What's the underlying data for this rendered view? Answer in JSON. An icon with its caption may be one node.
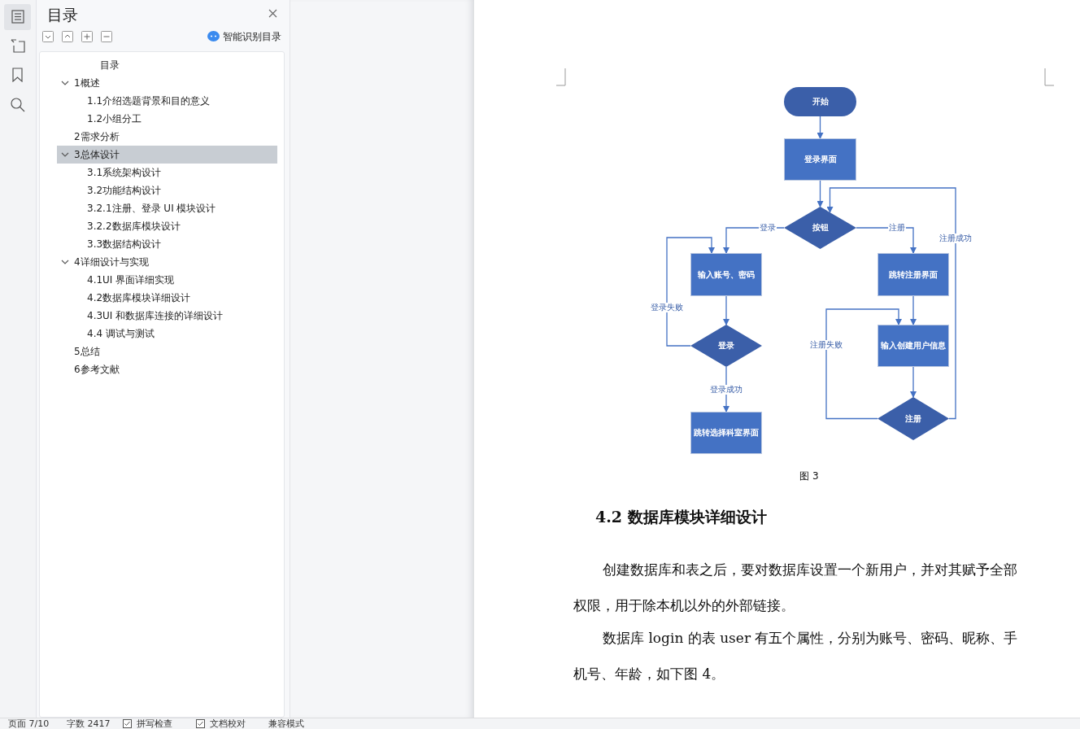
{
  "diagram": {
    "caption": "图 3",
    "nodes": [
      {
        "text": [
          "开始"
        ]
      },
      {
        "text": [
          "登录界面"
        ]
      },
      {
        "text": [
          "按钮"
        ]
      },
      {
        "text": [
          "输入账号、密码"
        ]
      },
      {
        "text": [
          "跳转注册界面"
        ]
      },
      {
        "text": [
          "登录"
        ]
      },
      {
        "text": [
          "输入创建用户信息"
        ]
      },
      {
        "text": [
          "跳转选择科室界面"
        ]
      },
      {
        "text": [
          "注册"
        ]
      }
    ],
    "edges": [
      {
        "from": 0,
        "to": 1,
        "arrow": "to"
      },
      {
        "from": 1,
        "to": 2,
        "arrow": "to"
      },
      {
        "from": 2,
        "to": 3,
        "arrow": "to",
        "label": "登录"
      },
      {
        "from": 2,
        "to": 4,
        "arrow": "to",
        "label": "注册"
      },
      {
        "from": 3,
        "to": 5,
        "arrow": "to"
      },
      {
        "from": 5,
        "to": 3,
        "arrow": "to",
        "label": "登录失败"
      },
      {
        "from": 5,
        "to": 7,
        "arrow": "to",
        "label": "登录成功"
      },
      {
        "from": 4,
        "to": 6,
        "arrow": "to"
      },
      {
        "from": 8,
        "to": 6,
        "arrow": "to",
        "label": "注册失败"
      },
      {
        "from": 6,
        "to": 8,
        "arrow": "to"
      },
      {
        "from": 8,
        "to": 2,
        "arrow": "to",
        "label": "注册成功"
      }
    ],
    "labels": [
      "目录",
      "智能识别目录",
      "目录",
      "1概述",
      "1.1介绍选题背景和目的意义",
      "1.2小组分工",
      "2需求分析",
      "3总体设计",
      "3.1系统架构设计",
      "3.2功能结构设计",
      "3.2.1注册、登录 UI 模块设计",
      "3.2.2数据库模块设计",
      "3.3数据结构设计",
      "4详细设计与实现",
      "4.1UI 界面详细实现",
      "4.2数据库模块详细设计",
      "4.3UI 和数据库连接的详细设计",
      "4.4 调试与测试",
      "5总结",
      "6参考文献",
      "4.2 数据库模块详细设计",
      "创建数据库和表之后，要对数据库设置一个新用户，并对其赋予全部权限，用于除本机以外的外部链接。",
      "数据库 login 的表 user 有五个属性，分别为账号、密码、昵称、手机号、年龄，如下图 4。",
      "页面 7/10",
      "字数 2417",
      "拼写检查",
      "文档校对",
      "兼容模式"
    ]
  }
}
